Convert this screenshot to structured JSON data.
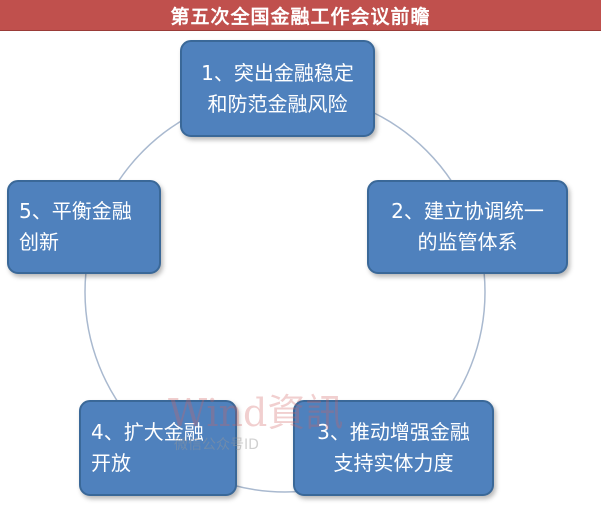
{
  "title": "第五次全国金融工作会议前瞻",
  "colors": {
    "title_bar": "#c0504d",
    "node_fill": "#4f81bd",
    "node_border": "#3a6898",
    "ring": "#a9b9cf"
  },
  "nodes": [
    {
      "lines": [
        "1、突出金融稳定",
        "和防范金融风险"
      ]
    },
    {
      "lines": [
        "2、建立协调统一",
        "的监管体系"
      ]
    },
    {
      "lines": [
        "3、推动增强金融",
        "支持实体力度"
      ]
    },
    {
      "lines": [
        "4、扩大金融",
        "开放"
      ]
    },
    {
      "lines": [
        "5、平衡金融",
        "创新"
      ]
    }
  ],
  "watermark": {
    "main": "Wind資訊",
    "sub": "微信公众号ID"
  }
}
